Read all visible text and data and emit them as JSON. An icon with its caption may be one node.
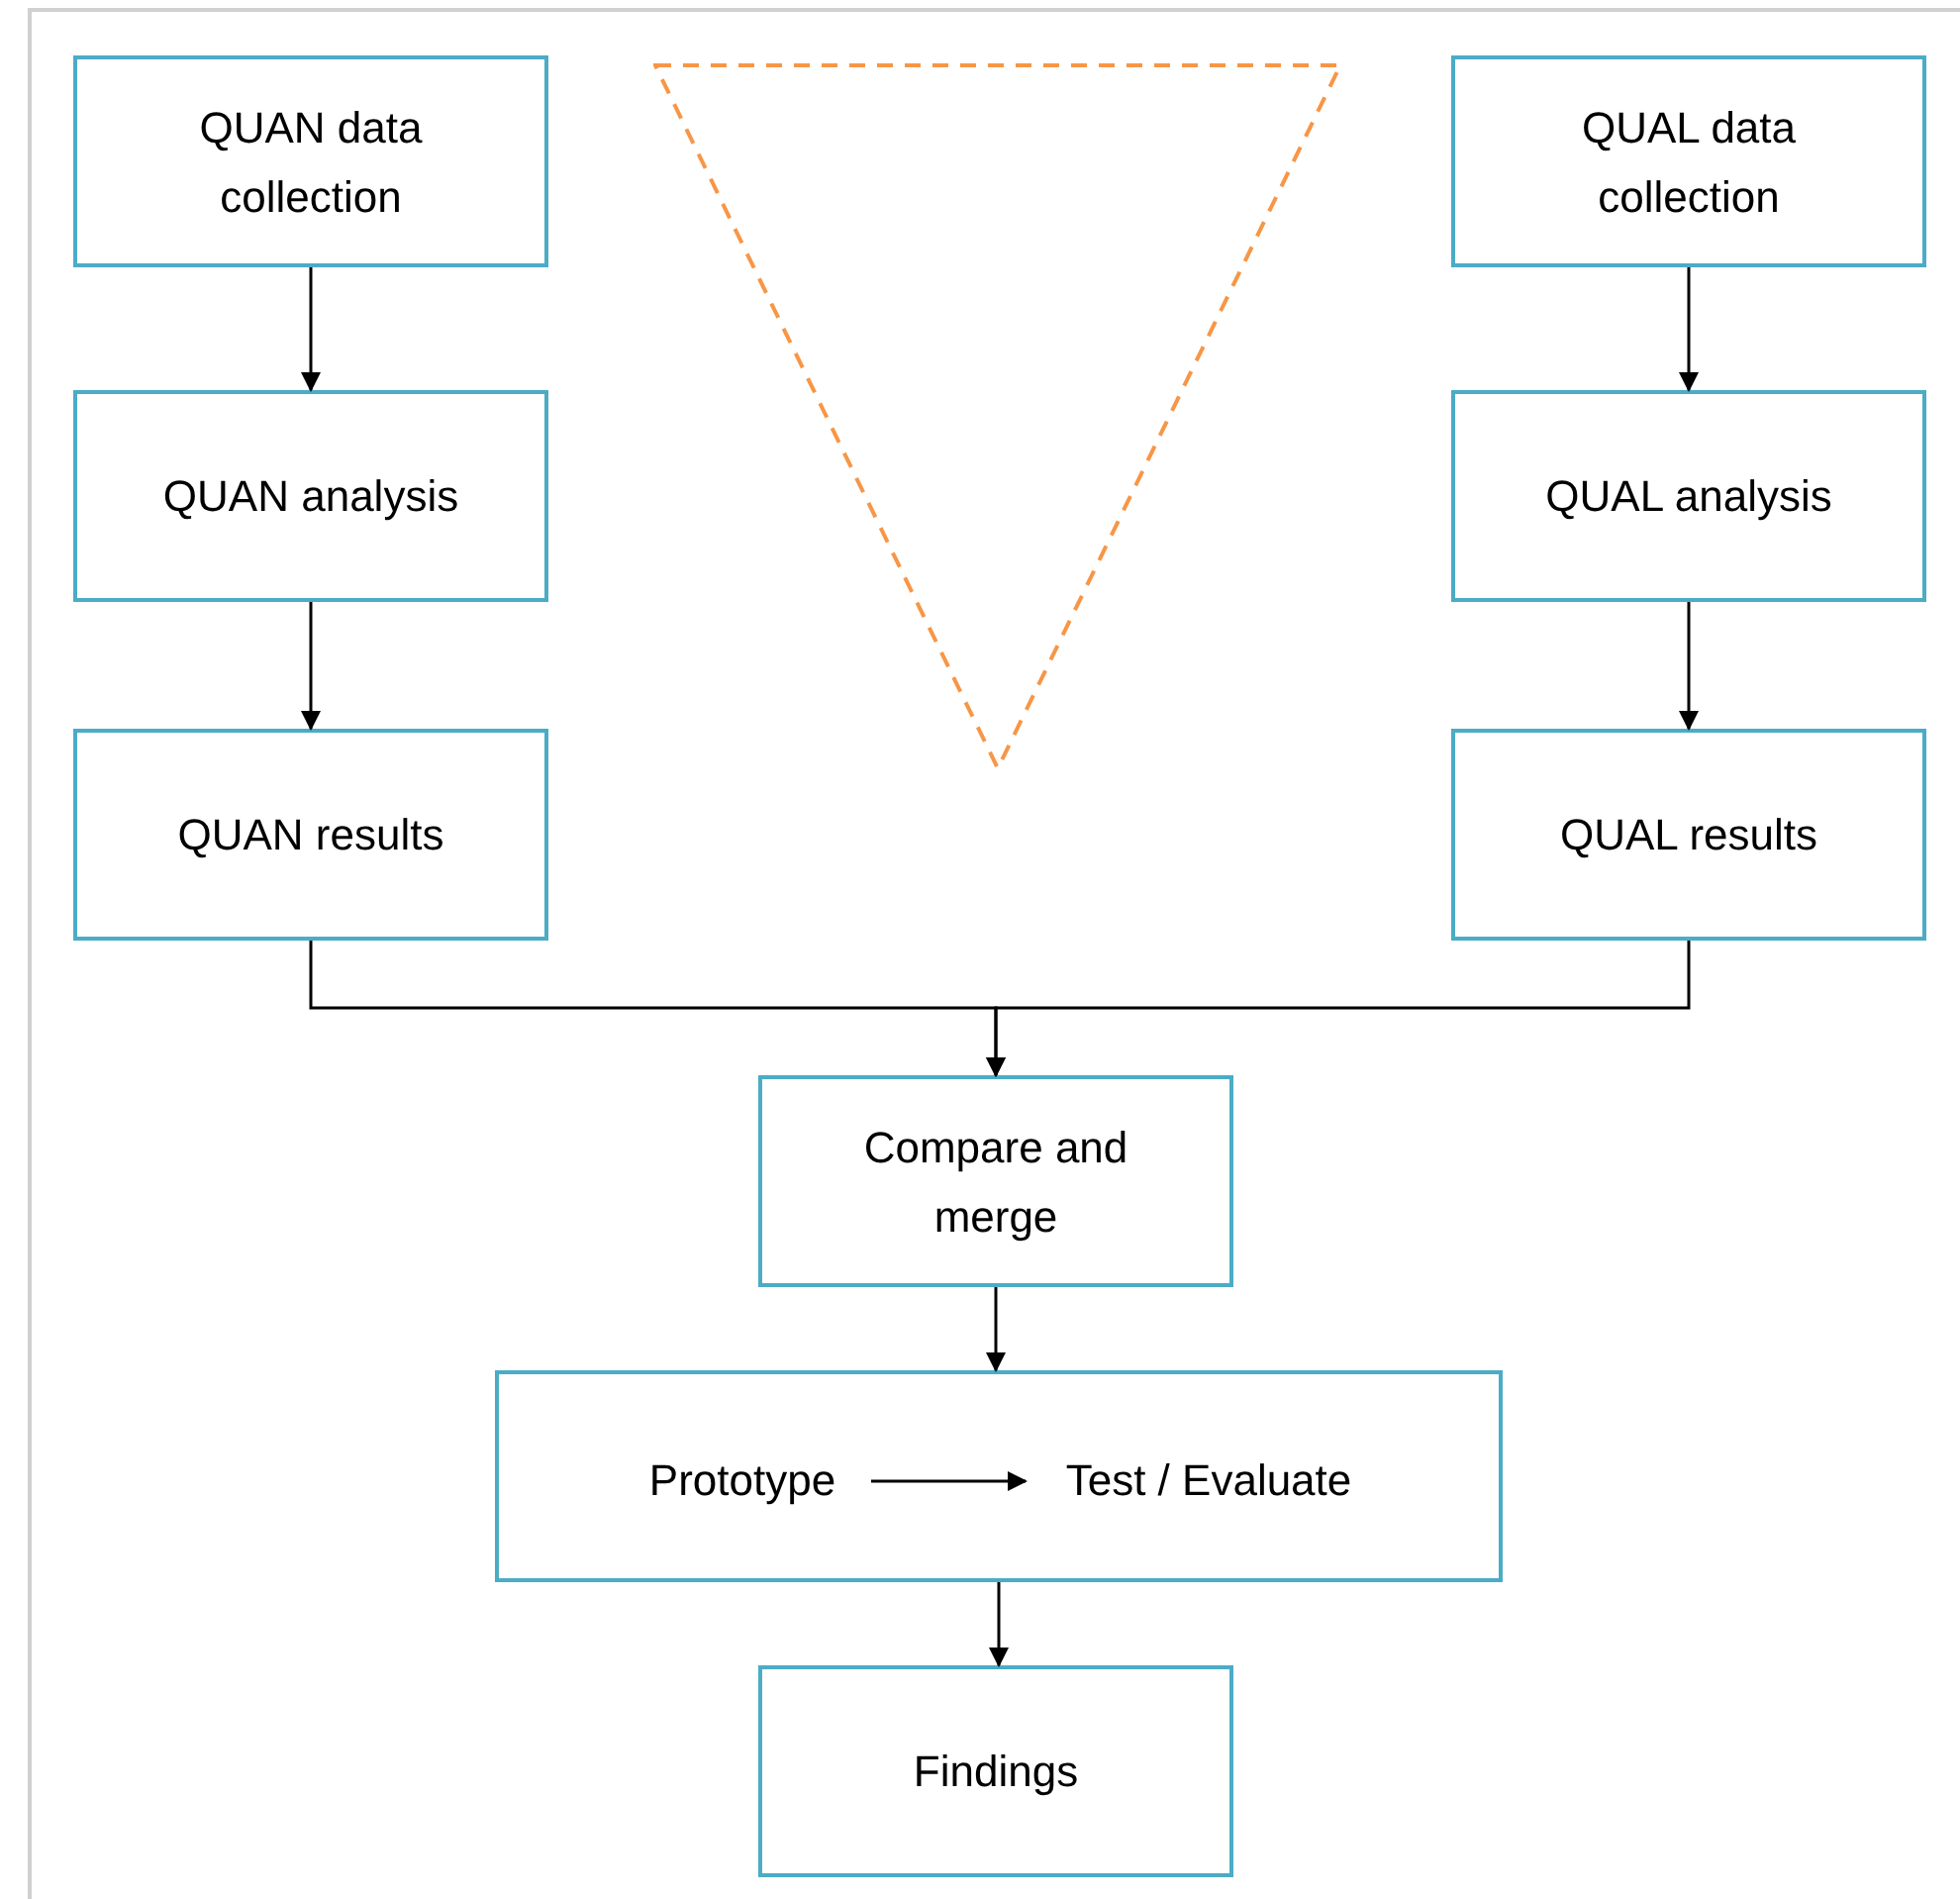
{
  "diagram": {
    "nodes": [
      {
        "text": [
          "QUAN data collection"
        ]
      },
      {
        "text": [
          "QUAN analysis"
        ]
      },
      {
        "text": [
          "QUAN results"
        ]
      },
      {
        "text": [
          "QUAL data collection"
        ]
      },
      {
        "text": [
          "QUAL analysis"
        ]
      },
      {
        "text": [
          "QUAL results"
        ]
      },
      {
        "text": [
          "Compare and merge"
        ]
      },
      {
        "text": [],
        "shape": "box"
      },
      {
        "text": [
          "Prototype"
        ],
        "in": 7
      },
      {
        "text": [
          "Test / Evaluate"
        ],
        "in": 7
      },
      {
        "text": [
          "Findings"
        ]
      },
      {
        "text": [],
        "shape": "triangle"
      }
    ],
    "edges": [
      {
        "from": 0,
        "to": 1,
        "arrow": "to"
      },
      {
        "from": 1,
        "to": 2,
        "arrow": "to"
      },
      {
        "from": 3,
        "to": 4,
        "arrow": "to"
      },
      {
        "from": 4,
        "to": 5,
        "arrow": "to"
      },
      {
        "from": 2,
        "to": 6,
        "arrow": "to"
      },
      {
        "from": 5,
        "to": 6,
        "arrow": "to"
      },
      {
        "from": 6,
        "to": 7,
        "arrow": "to"
      },
      {
        "from": 8,
        "to": 9,
        "arrow": "to"
      },
      {
        "from": 7,
        "to": 10,
        "arrow": "to"
      }
    ]
  }
}
